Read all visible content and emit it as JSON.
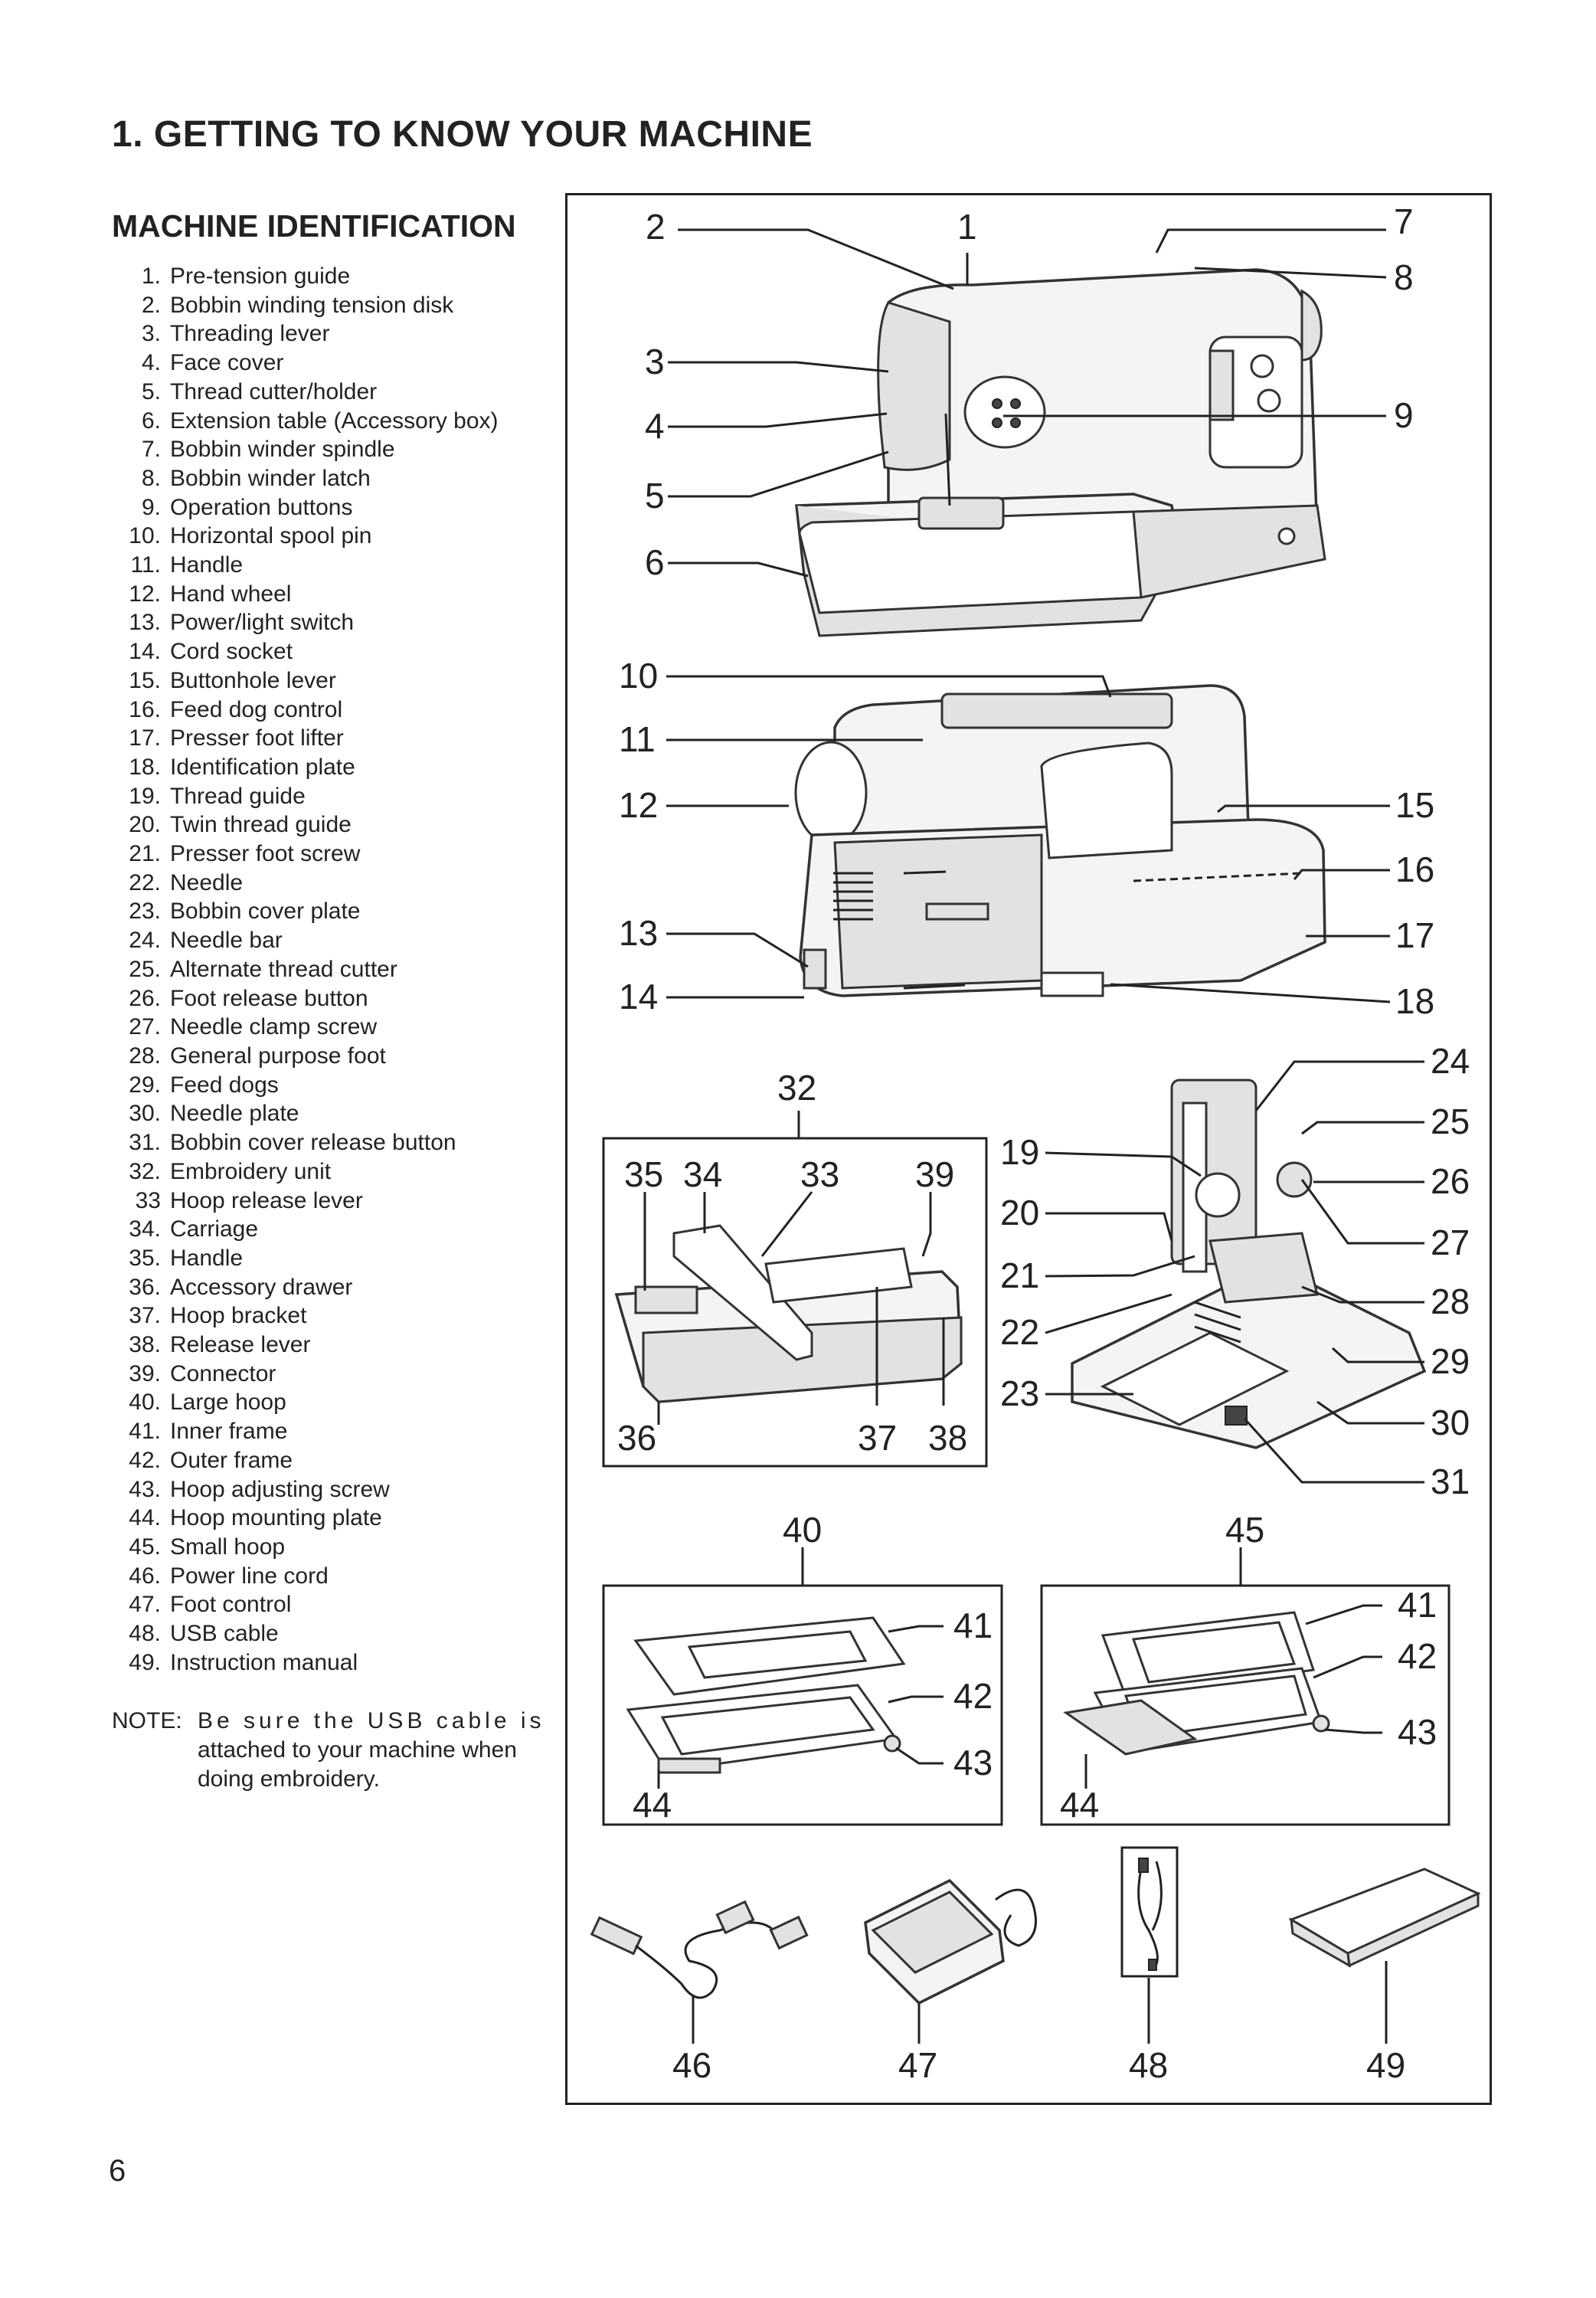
{
  "header": {
    "title": "1. GETTING TO KNOW YOUR MACHINE",
    "subtitle": "MACHINE IDENTIFICATION"
  },
  "parts": [
    {
      "num": "1.",
      "name": "Pre-tension guide"
    },
    {
      "num": "2.",
      "name": "Bobbin winding tension disk"
    },
    {
      "num": "3.",
      "name": "Threading lever"
    },
    {
      "num": "4.",
      "name": "Face cover"
    },
    {
      "num": "5.",
      "name": "Thread cutter/holder"
    },
    {
      "num": "6.",
      "name": "Extension table (Accessory box)"
    },
    {
      "num": "7.",
      "name": "Bobbin winder spindle"
    },
    {
      "num": "8.",
      "name": "Bobbin winder latch"
    },
    {
      "num": "9.",
      "name": "Operation buttons"
    },
    {
      "num": "10.",
      "name": "Horizontal spool pin"
    },
    {
      "num": "11.",
      "name": "Handle"
    },
    {
      "num": "12.",
      "name": "Hand wheel"
    },
    {
      "num": "13.",
      "name": "Power/light switch"
    },
    {
      "num": "14.",
      "name": "Cord socket"
    },
    {
      "num": "15.",
      "name": "Buttonhole lever"
    },
    {
      "num": "16.",
      "name": "Feed dog control"
    },
    {
      "num": "17.",
      "name": "Presser foot lifter"
    },
    {
      "num": "18.",
      "name": "Identification plate"
    },
    {
      "num": "19.",
      "name": "Thread guide"
    },
    {
      "num": "20.",
      "name": "Twin thread guide"
    },
    {
      "num": "21.",
      "name": "Presser foot screw"
    },
    {
      "num": "22.",
      "name": "Needle"
    },
    {
      "num": "23.",
      "name": "Bobbin cover plate"
    },
    {
      "num": "24.",
      "name": "Needle bar"
    },
    {
      "num": "25.",
      "name": "Alternate thread cutter"
    },
    {
      "num": "26.",
      "name": "Foot release button"
    },
    {
      "num": "27.",
      "name": "Needle clamp screw"
    },
    {
      "num": "28.",
      "name": "General purpose foot"
    },
    {
      "num": "29.",
      "name": "Feed dogs"
    },
    {
      "num": "30.",
      "name": "Needle plate"
    },
    {
      "num": "31.",
      "name": "Bobbin cover release button"
    },
    {
      "num": "32.",
      "name": "Embroidery unit"
    },
    {
      "num": "33",
      "name": "Hoop release lever"
    },
    {
      "num": "34.",
      "name": "Carriage"
    },
    {
      "num": "35.",
      "name": "Handle"
    },
    {
      "num": "36.",
      "name": "Accessory drawer"
    },
    {
      "num": "37.",
      "name": "Hoop bracket"
    },
    {
      "num": "38.",
      "name": "Release lever"
    },
    {
      "num": "39.",
      "name": "Connector"
    },
    {
      "num": "40.",
      "name": "Large hoop"
    },
    {
      "num": "41.",
      "name": "Inner frame"
    },
    {
      "num": "42.",
      "name": "Outer frame"
    },
    {
      "num": "43.",
      "name": "Hoop adjusting screw"
    },
    {
      "num": "44.",
      "name": "Hoop mounting plate"
    },
    {
      "num": "45.",
      "name": "Small hoop"
    },
    {
      "num": "46.",
      "name": "Power line cord"
    },
    {
      "num": "47.",
      "name": "Foot control"
    },
    {
      "num": "48.",
      "name": "USB cable"
    },
    {
      "num": "49.",
      "name": "Instruction manual"
    }
  ],
  "note": {
    "label": "NOTE:",
    "line1": "Be sure the USB cable is",
    "line2": "attached to your machine when",
    "line3": "doing embroidery."
  },
  "figure": {
    "c1": "1",
    "c2": "2",
    "c3": "3",
    "c4": "4",
    "c5": "5",
    "c6": "6",
    "c7": "7",
    "c8": "8",
    "c9": "9",
    "c10": "10",
    "c11": "11",
    "c12": "12",
    "c13": "13",
    "c14": "14",
    "c15": "15",
    "c16": "16",
    "c17": "17",
    "c18": "18",
    "c19": "19",
    "c20": "20",
    "c21": "21",
    "c22": "22",
    "c23": "23",
    "c24": "24",
    "c25": "25",
    "c26": "26",
    "c27": "27",
    "c28": "28",
    "c29": "29",
    "c30": "30",
    "c31": "31",
    "c32": "32",
    "c33": "33",
    "c34": "34",
    "c35": "35",
    "c36": "36",
    "c37": "37",
    "c38": "38",
    "c39": "39",
    "c40": "40",
    "c41a": "41",
    "c42a": "42",
    "c43a": "43",
    "c44a": "44",
    "c45": "45",
    "c41b": "41",
    "c42b": "42",
    "c43b": "43",
    "c44b": "44",
    "c46": "46",
    "c47": "47",
    "c48": "48",
    "c49": "49"
  },
  "page_number": "6"
}
